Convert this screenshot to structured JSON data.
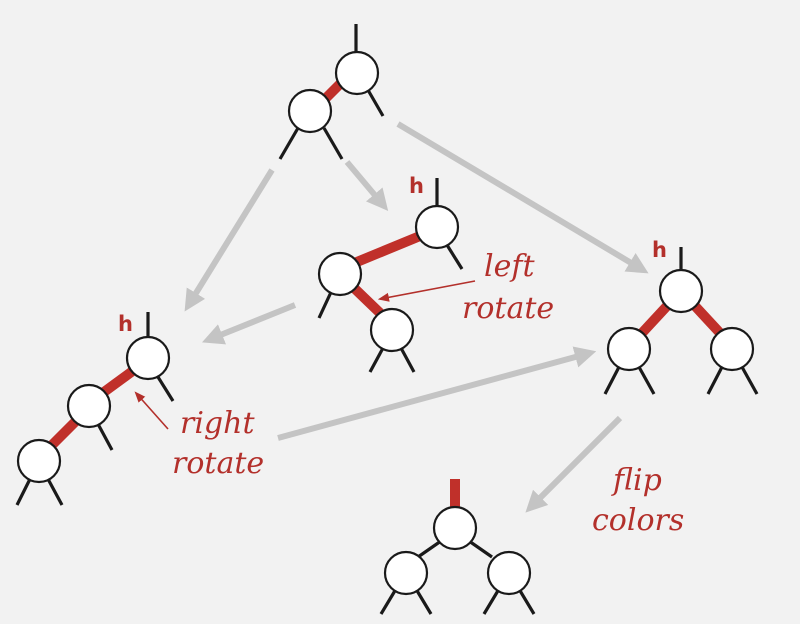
{
  "labels": {
    "left_rotate_line1": "left",
    "left_rotate_line2": "rotate",
    "right_rotate_line1": "right",
    "right_rotate_line2": "rotate",
    "flip_line1": "flip",
    "flip_line2": "colors",
    "h_left_rotate": "h",
    "h_right_rotate": "h",
    "h_flip": "h"
  },
  "colors": {
    "red_link": "#c0302a",
    "black_link": "#1a1a1a",
    "label": "#b3302b",
    "arrow": "#c4c4c4",
    "node_fill": "#ffffff",
    "background": "#f2f2f2"
  }
}
